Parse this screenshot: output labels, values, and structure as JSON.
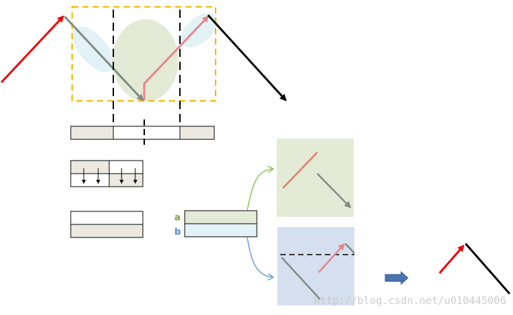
{
  "labels": {
    "a": "a",
    "b": "b"
  },
  "watermark": "http://blog.csdn.net/u010445006",
  "colors": {
    "red_arrow": "#ee0000",
    "black_arrow": "#000000",
    "gray_arrow": "#7f8b83",
    "pink_arrow": "#e8858a",
    "orange_line": "#e77b63",
    "yellow_dashed_box": "#f2b400",
    "green_fill": "#e3ead5",
    "light_blue_fill": "#e2f2f6",
    "blue_box_fill": "#d4dfef",
    "beige_fill": "#eceae0",
    "label_a": "#7a9a40",
    "label_b": "#4f8bc9",
    "green_curve": "#8fbf5a",
    "blue_curve": "#6a9fd4",
    "blue_block_arrow": "#4a74b0"
  }
}
